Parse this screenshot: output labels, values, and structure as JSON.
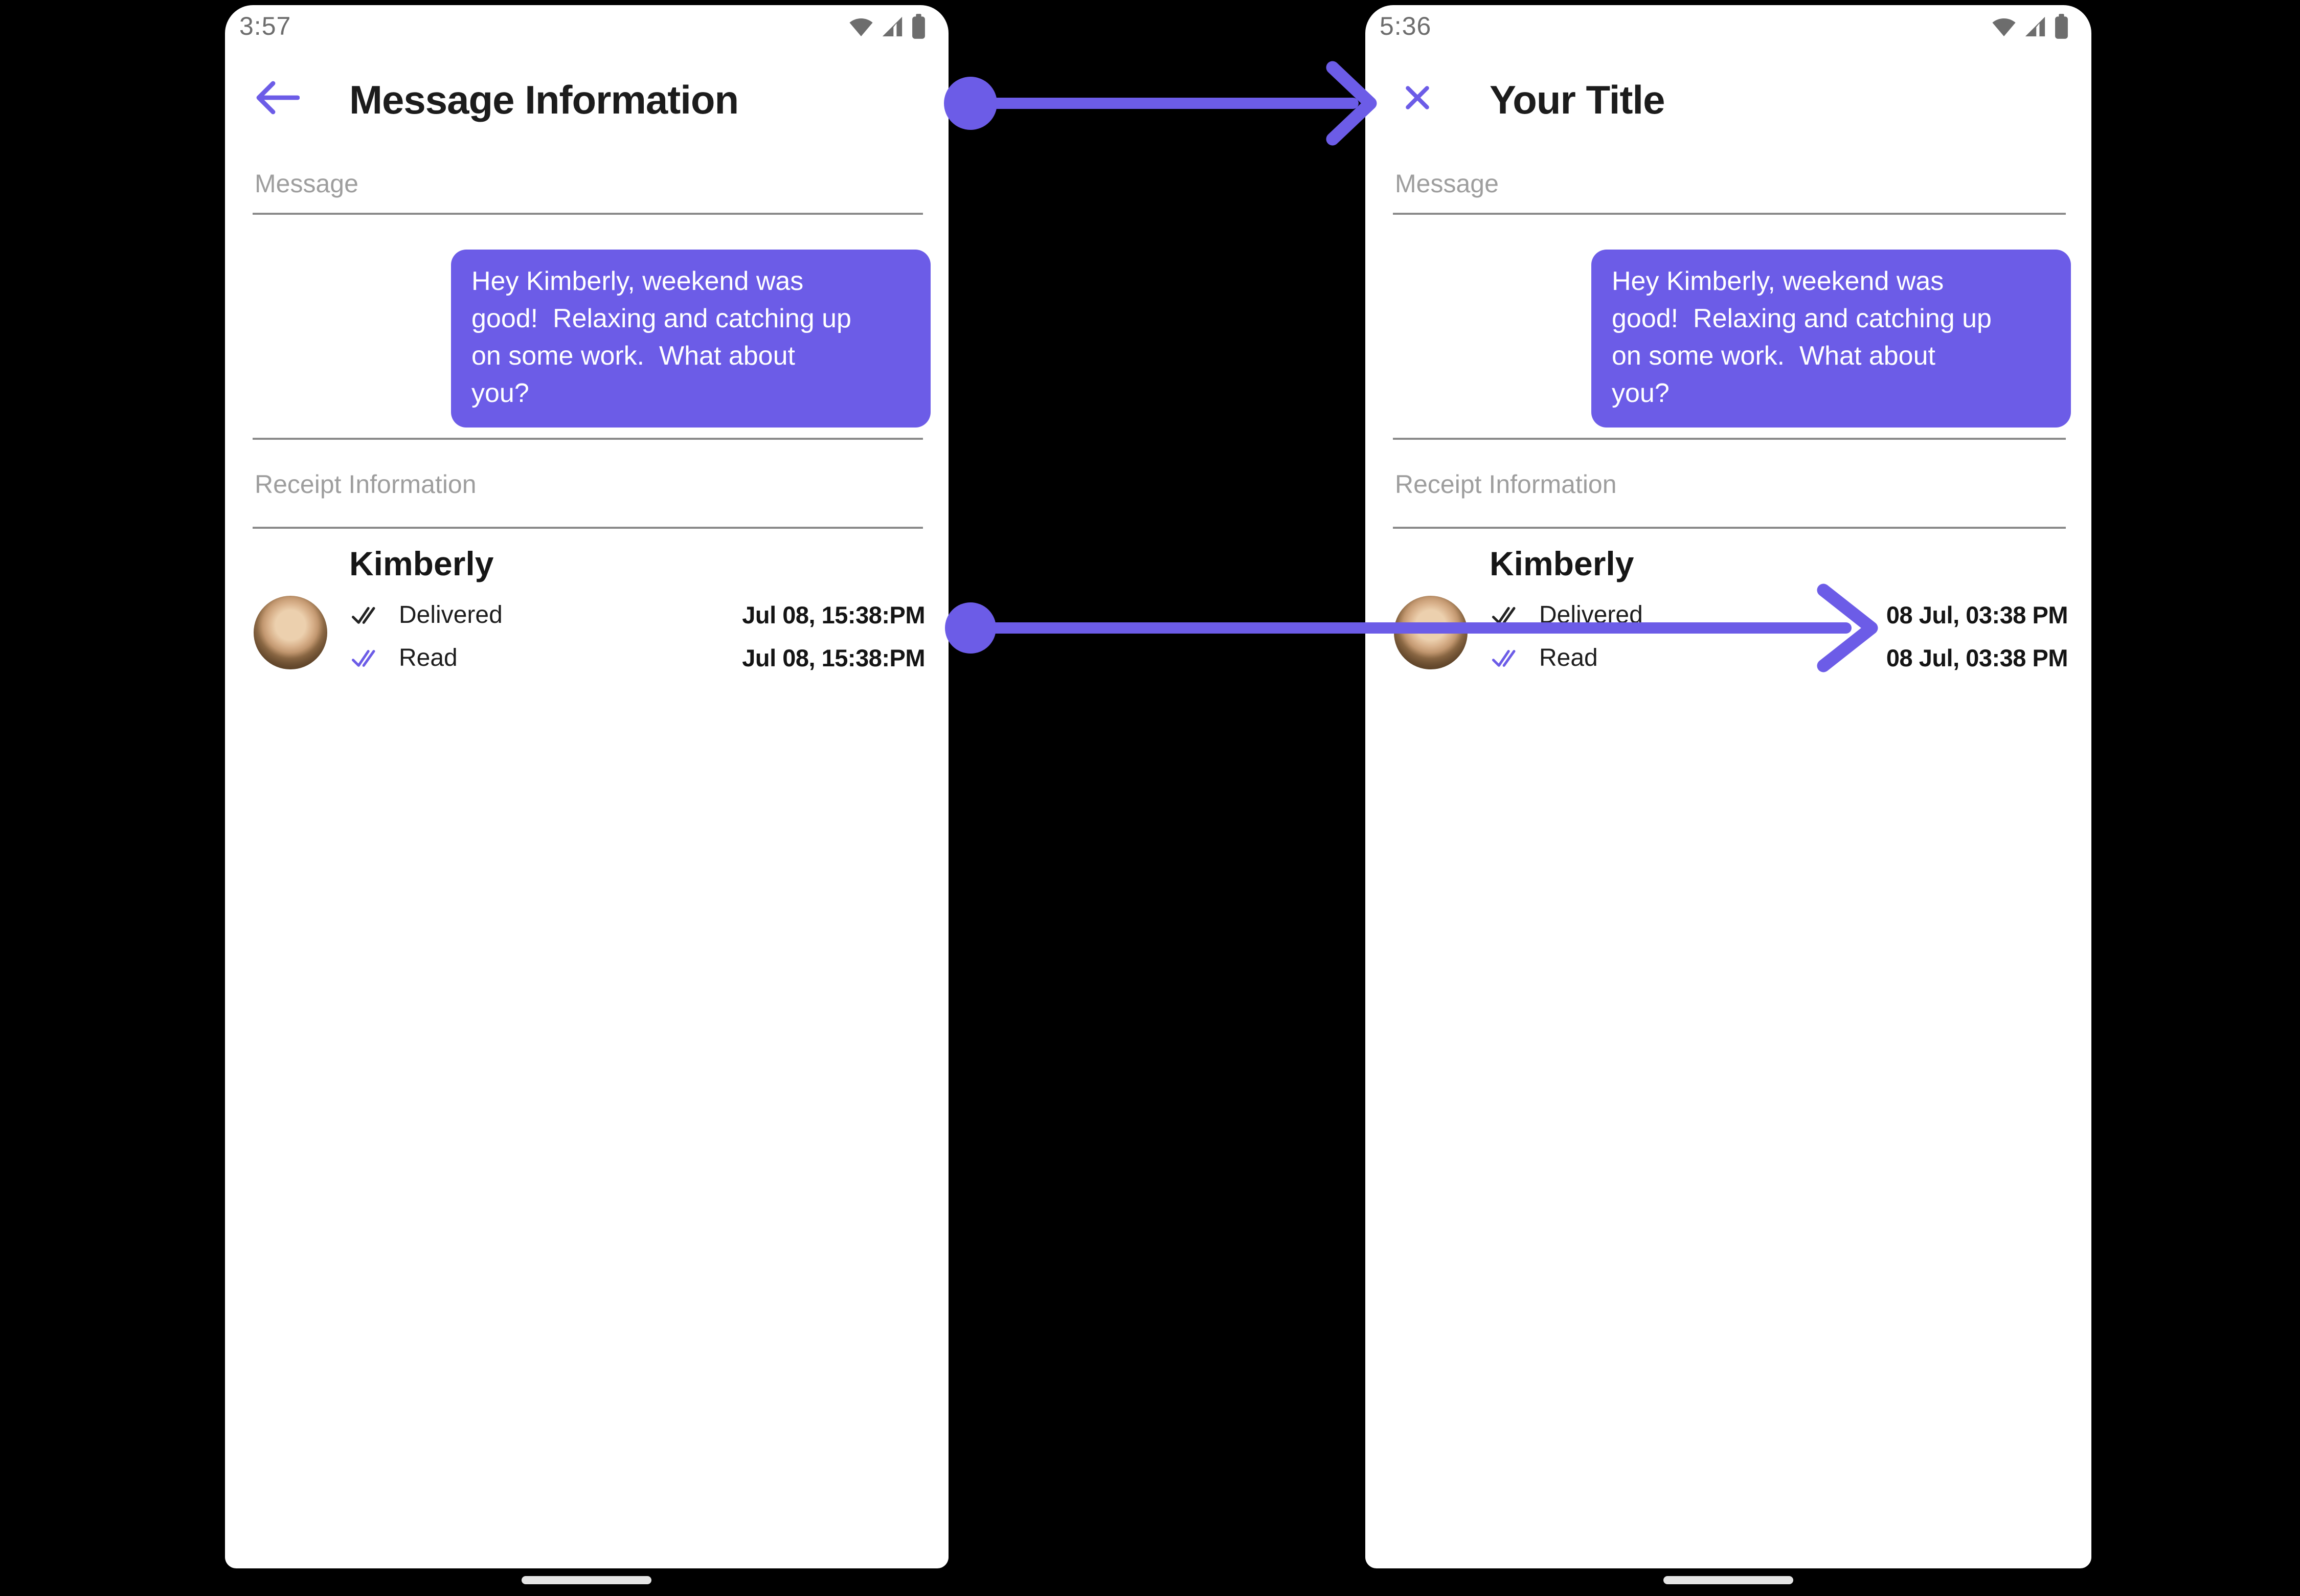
{
  "colors": {
    "accent": "#6C5CE7",
    "label_gray": "#9E9E9E",
    "divider_gray": "#8B8B8B",
    "status_gray": "#6D6D6D",
    "title_black": "#1C1C1C",
    "delivered_check": "#232323",
    "read_check": "#6C5CE7",
    "home_pill": "#E4E4E4",
    "phone_bg": "#FFFFFF",
    "canvas_bg": "#000000"
  },
  "annotations": {
    "arrow1_icon": "arrow-right",
    "arrow2_icon": "arrow-right"
  },
  "phones": {
    "left": {
      "status_bar": {
        "time": "3:57",
        "icons": [
          "wifi-icon",
          "cell-signal-icon",
          "battery-icon"
        ]
      },
      "header": {
        "nav_icon": "back-arrow-icon",
        "title": "Message Information"
      },
      "message_section": {
        "label": "Message",
        "bubble_text": "Hey Kimberly, weekend was\ngood!  Relaxing and catching up\non some work.  What about\nyou?"
      },
      "receipt_section": {
        "label": "Receipt Information",
        "contact_name": "Kimberly",
        "avatar_icon": "contact-avatar",
        "rows": [
          {
            "icon": "double-check-icon",
            "status": "Delivered",
            "timestamp": "Jul 08, 15:38:PM"
          },
          {
            "icon": "double-check-icon",
            "status": "Read",
            "timestamp": "Jul 08, 15:38:PM"
          }
        ]
      }
    },
    "right": {
      "status_bar": {
        "time": "5:36",
        "icons": [
          "wifi-icon",
          "cell-signal-icon",
          "battery-icon"
        ]
      },
      "header": {
        "nav_icon": "close-icon",
        "title": "Your Title"
      },
      "message_section": {
        "label": "Message",
        "bubble_text": "Hey Kimberly, weekend was\ngood!  Relaxing and catching up\non some work.  What about\nyou?"
      },
      "receipt_section": {
        "label": "Receipt Information",
        "contact_name": "Kimberly",
        "avatar_icon": "contact-avatar",
        "rows": [
          {
            "icon": "double-check-icon",
            "status": "Delivered",
            "timestamp": "08 Jul, 03:38 PM"
          },
          {
            "icon": "double-check-icon",
            "status": "Read",
            "timestamp": "08 Jul, 03:38 PM"
          }
        ]
      }
    }
  }
}
